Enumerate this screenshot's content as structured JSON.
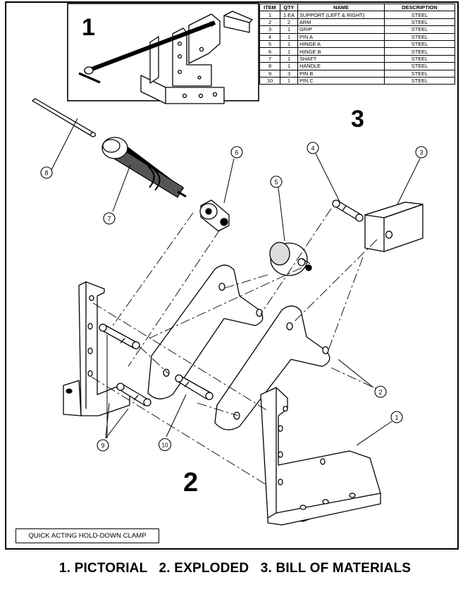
{
  "views": {
    "pictorial_number": "1",
    "exploded_number": "2",
    "bom_number": "3"
  },
  "bom": {
    "headers": [
      "ITEM",
      "QTY",
      "NAME",
      "DESCRIPTION"
    ],
    "rows": [
      {
        "item": "1",
        "qty": "1 EA",
        "name": "SUPPORT (LEFT & RIGHT)",
        "description": "STEEL"
      },
      {
        "item": "2",
        "qty": "2",
        "name": "ARM",
        "description": "STEEL"
      },
      {
        "item": "3",
        "qty": "1",
        "name": "GRIP",
        "description": "STEEL"
      },
      {
        "item": "4",
        "qty": "1",
        "name": "PIN A",
        "description": "STEEL"
      },
      {
        "item": "5",
        "qty": "1",
        "name": "HINGE A",
        "description": "STEEL"
      },
      {
        "item": "6",
        "qty": "1",
        "name": "HINGE B",
        "description": "STEEL"
      },
      {
        "item": "7",
        "qty": "1",
        "name": "SHAFT",
        "description": "STEEL"
      },
      {
        "item": "8",
        "qty": "1",
        "name": "HANDLE",
        "description": "STEEL"
      },
      {
        "item": "9",
        "qty": "3",
        "name": "PIN B",
        "description": "STEEL"
      },
      {
        "item": "10",
        "qty": "1",
        "name": "PIN C",
        "description": "STEEL"
      }
    ]
  },
  "balloons": {
    "b1": "1",
    "b2": "2",
    "b3": "3",
    "b4": "4",
    "b5": "5",
    "b6": "6",
    "b7": "7",
    "b8": "8",
    "b9": "9",
    "b10": "10"
  },
  "title_block": "QUICK ACTING HOLD-DOWN CLAMP",
  "caption": "1. PICTORIAL   2. EXPLODED   3. BILL OF MATERIALS"
}
